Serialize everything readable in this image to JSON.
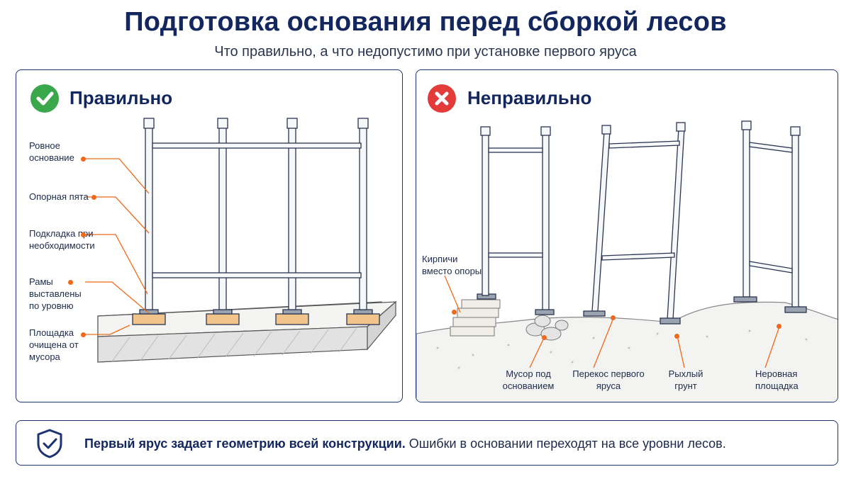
{
  "header": {
    "title": "Подготовка основания перед сборкой лесов",
    "subtitle": "Что правильно, а что недопустимо при установке первого яруса"
  },
  "correct_panel": {
    "title": "Правильно",
    "status_icon": "check-icon",
    "status_color": "#3aa84a",
    "labels": [
      "Ровное основание",
      "Опорная пята",
      "Подкладка при необходимости",
      "Рамы выставлены по уровню",
      "Площадка очищена от мусора"
    ]
  },
  "wrong_panel": {
    "title": "Неправильно",
    "status_icon": "cross-icon",
    "status_color": "#e33a3a",
    "labels": {
      "bricks": "Кирпичи вместо опоры",
      "debris": "Мусор под основанием",
      "skew": "Перекос первого яруса",
      "loose": "Рыхлый грунт",
      "uneven": "Неровная площадка"
    }
  },
  "footer": {
    "icon": "shield-check-icon",
    "bold_text": "Первый ярус задает геометрию всей конструкции.",
    "text": " Ошибки в основании переходят на все уровни лесов."
  },
  "colors": {
    "accent": "#ee6a1a",
    "navy": "#13275e"
  }
}
